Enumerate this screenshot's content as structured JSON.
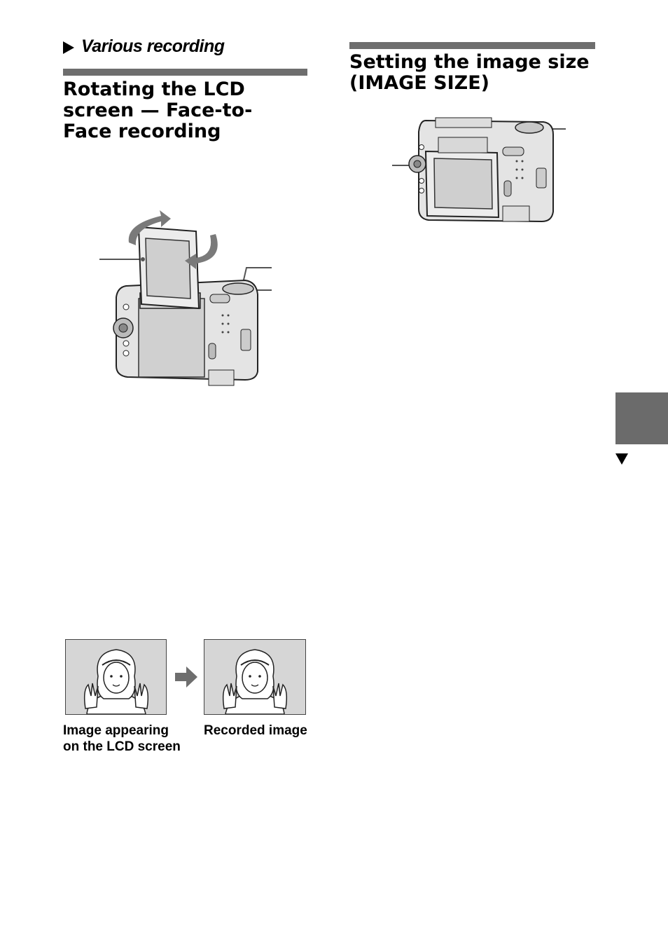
{
  "header": {
    "section_label": "Various recording"
  },
  "left": {
    "heading_lines": [
      "Rotating the LCD",
      "screen — Face-to-",
      "Face recording"
    ],
    "captions": {
      "lcd_image": [
        "Image appearing",
        "on the LCD screen"
      ],
      "recorded_image": "Recorded image"
    }
  },
  "right": {
    "heading_lines": [
      "Setting the image size",
      "(IMAGE SIZE)"
    ]
  },
  "colors": {
    "rule": "#6e6e6e",
    "side_tab": "#6b6b6b",
    "photo_bg": "#d6d6d6"
  },
  "icons": {
    "section_marker": "triangle-right-icon",
    "continue_marker": "triangle-down-icon",
    "direction_arrow": "arrow-right-icon"
  }
}
